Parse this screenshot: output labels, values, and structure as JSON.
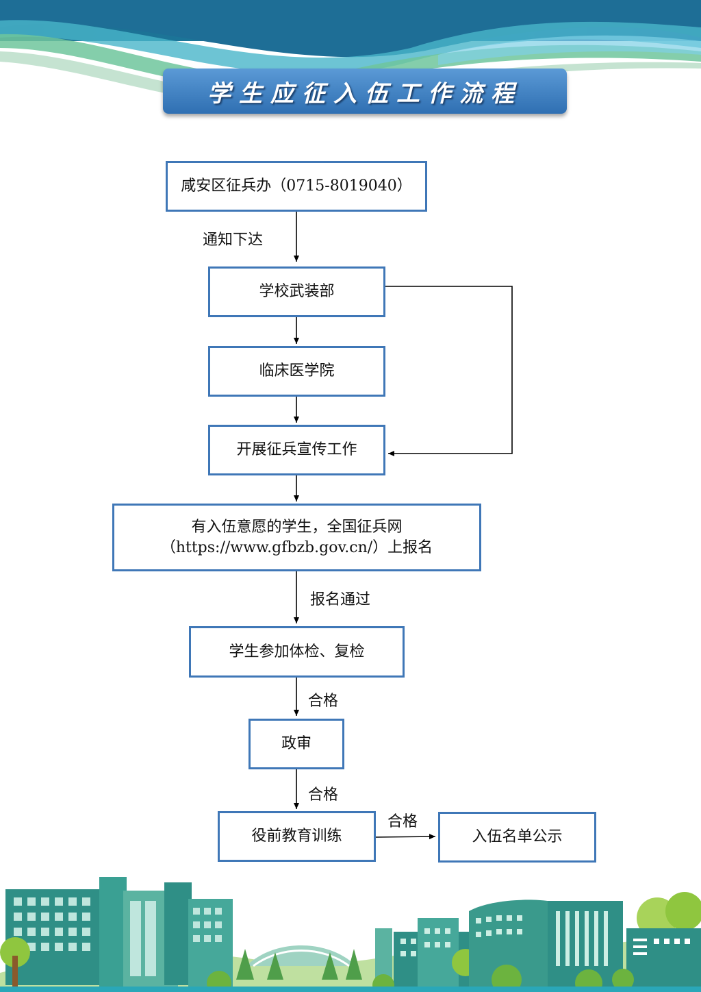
{
  "title": "学生应征入伍工作流程",
  "colors": {
    "box_border": "#3f77b7",
    "banner": "#3b7cc0",
    "arrow": "#000000"
  },
  "nodes": {
    "district_office": "咸安区征兵办（0715-8019040）",
    "school_armed_dept": "学校武装部",
    "clinical_college": "临床医学院",
    "publicity": "开展征兵宣传工作",
    "registration_line1": "有入伍意愿的学生，全国征兵网",
    "registration_line2": "（https://www.gfbzb.gov.cn/）上报名",
    "physical_exam": "学生参加体检、复检",
    "political_review": "政审",
    "pre_service_training": "役前教育训练",
    "public_notice": "入伍名单公示"
  },
  "edge_labels": {
    "notice_issued": "通知下达",
    "registration_passed": "报名通过",
    "qualified_1": "合格",
    "qualified_2": "合格",
    "qualified_3": "合格"
  }
}
